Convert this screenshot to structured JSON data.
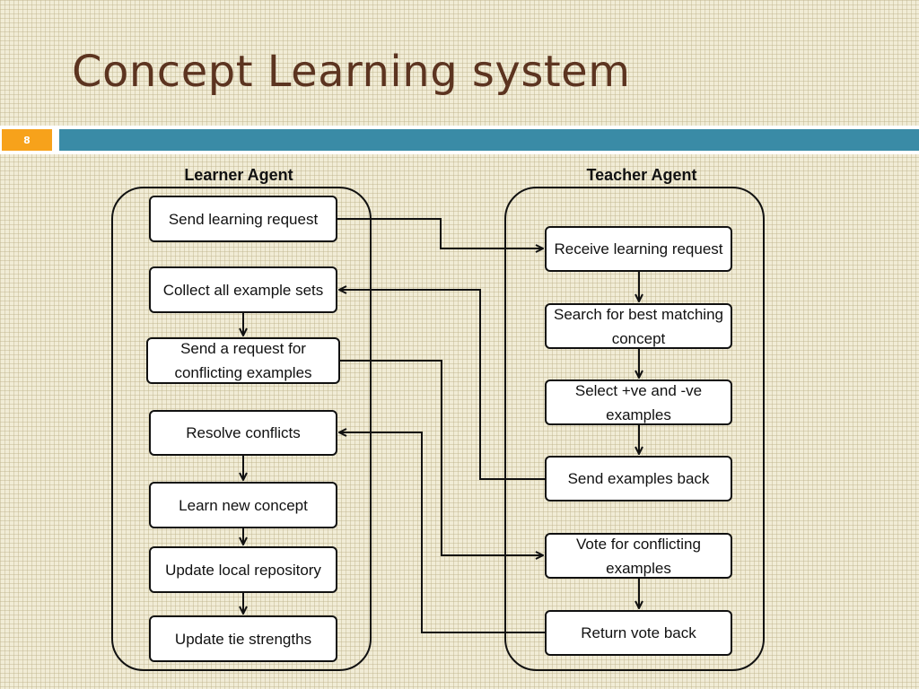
{
  "slide": {
    "title": "Concept Learning system",
    "number": "8"
  },
  "learner": {
    "heading": "Learner Agent",
    "boxes": [
      "Send learning request",
      "Collect all example sets",
      "Send a request for conflicting examples",
      "Resolve conflicts",
      "Learn new concept",
      "Update local repository",
      "Update tie strengths"
    ]
  },
  "teacher": {
    "heading": "Teacher Agent",
    "boxes": [
      "Receive learning request",
      "Search for best matching concept",
      "Select +ve and -ve examples",
      "Send examples back",
      "Vote for conflicting examples",
      "Return vote back"
    ]
  },
  "colors": {
    "title": "#5c3420",
    "accent_orange": "#f7a21b",
    "accent_blue": "#3a8ba6"
  }
}
